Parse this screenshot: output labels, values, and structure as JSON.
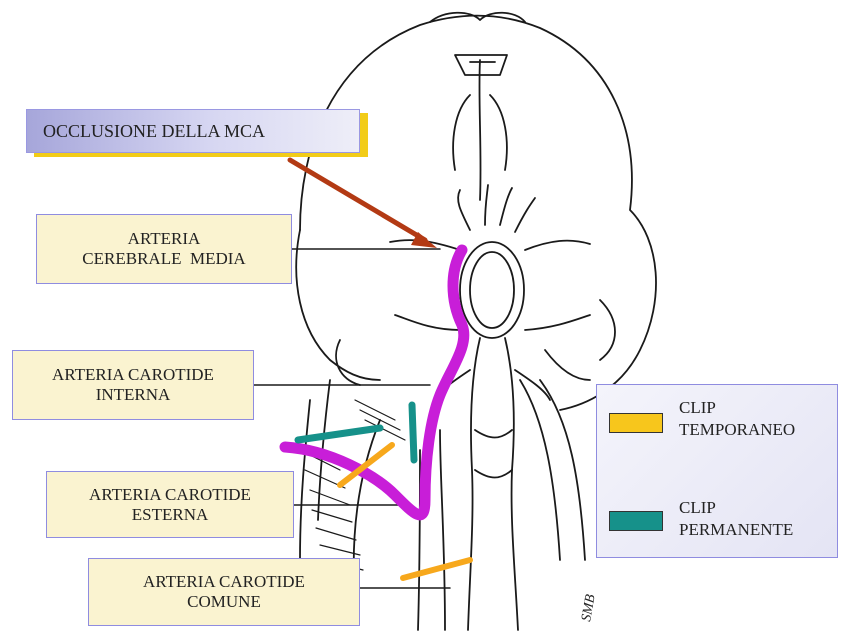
{
  "labels": {
    "occlusion": "OCCLUSIONE DELLA MCA",
    "mca": [
      "ARTERIA",
      "CEREBRALE  MEDIA"
    ],
    "ica": [
      "ARTERIA CAROTIDE",
      "INTERNA"
    ],
    "eca": [
      "ARTERIA CAROTIDE",
      "ESTERNA"
    ],
    "cca": [
      "ARTERIA CAROTIDE",
      "COMUNE"
    ]
  },
  "legend": {
    "temporary": {
      "lines": [
        "CLIP",
        "TEMPORANEO"
      ],
      "color": "#f7c61c"
    },
    "permanent": {
      "lines": [
        "CLIP",
        "PERMANENTE"
      ],
      "color": "#16918a"
    }
  },
  "colors": {
    "occlusion_arrow": "#b33a14",
    "vessel_highlight": "#c81ed8",
    "box_fill": "#faf3d0",
    "box_border": "#8f8ce0"
  },
  "signature": "SMB"
}
